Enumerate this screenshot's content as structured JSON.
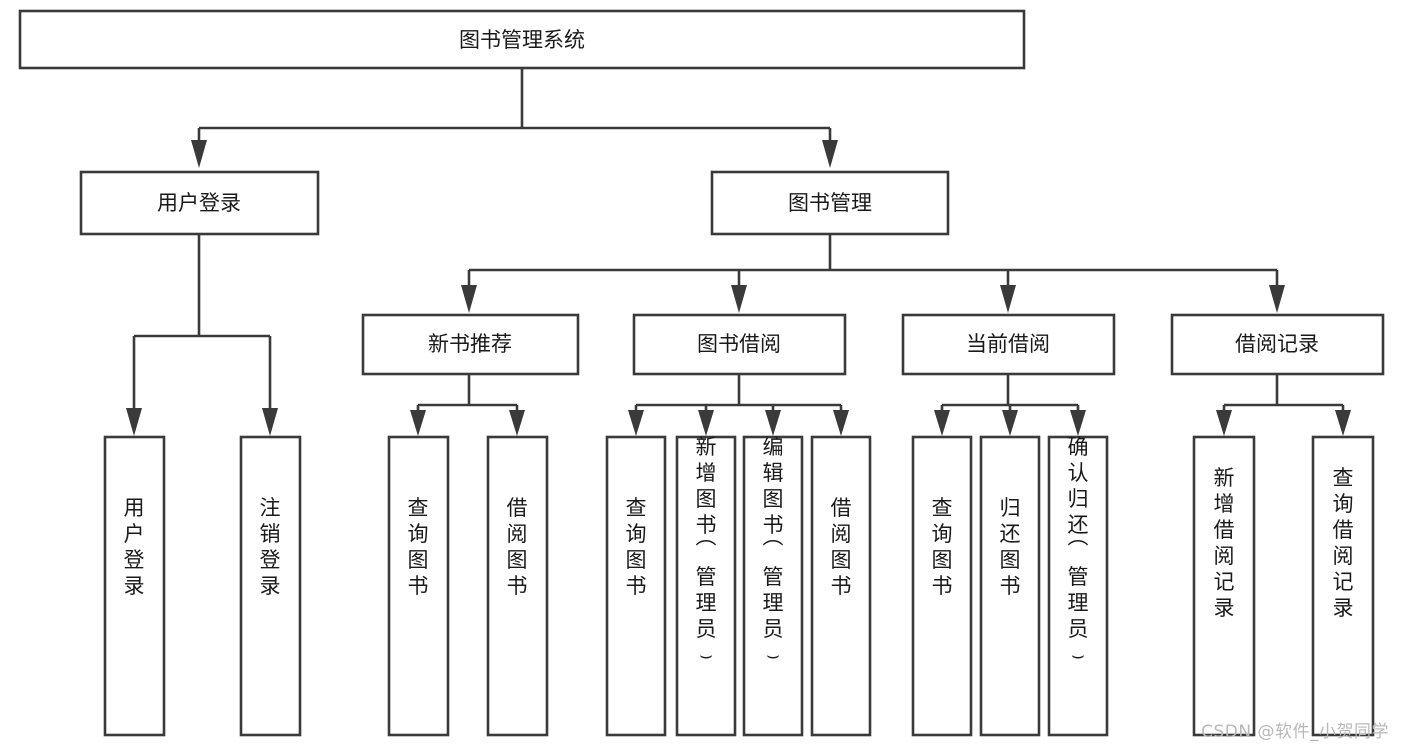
{
  "diagram": {
    "type": "tree-hierarchy-chart",
    "title": "图书管理系统",
    "watermark": "CSDN @软件_小贺同学",
    "colors": {
      "stroke": "#3a3a3a",
      "fill": "#ffffff",
      "text": "#1a1a1a",
      "watermark": "#b9b9b9",
      "background": "#ffffff"
    },
    "root": {
      "label": "图书管理系统"
    },
    "level2": [
      {
        "label": "用户登录"
      },
      {
        "label": "图书管理"
      }
    ],
    "level3": [
      {
        "label": "新书推荐"
      },
      {
        "label": "图书借阅"
      },
      {
        "label": "当前借阅"
      },
      {
        "label": "借阅记录"
      }
    ],
    "leaves": {
      "user_login": [
        {
          "label": "用户登录"
        },
        {
          "label": "注销登录"
        }
      ],
      "new_book_recommend": [
        {
          "label": "查询图书"
        },
        {
          "label": "借阅图书"
        }
      ],
      "book_borrow": [
        {
          "label": "查询图书"
        },
        {
          "label": "新增图书（管理员）"
        },
        {
          "label": "编辑图书（管理员）"
        },
        {
          "label": "借阅图书"
        }
      ],
      "current_borrow": [
        {
          "label": "查询图书"
        },
        {
          "label": "归还图书"
        },
        {
          "label": "确认归还（管理员）"
        }
      ],
      "borrow_records": [
        {
          "label": "新增借阅记录"
        },
        {
          "label": "查询借阅记录"
        }
      ]
    }
  }
}
